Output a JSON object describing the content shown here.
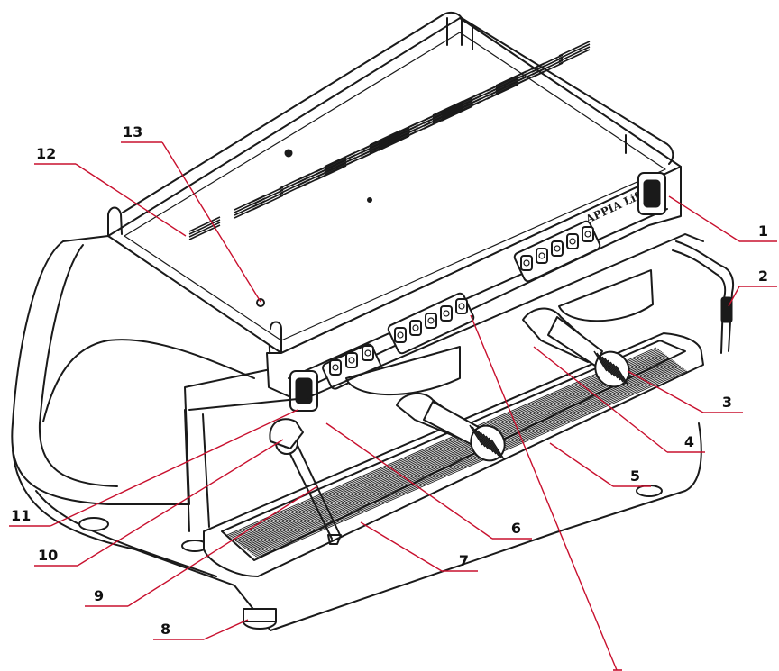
{
  "callouts": [
    {
      "id": "1"
    },
    {
      "id": "2"
    },
    {
      "id": "3"
    },
    {
      "id": "4"
    },
    {
      "id": "5"
    },
    {
      "id": "6"
    },
    {
      "id": "7"
    },
    {
      "id": "8"
    },
    {
      "id": "9"
    },
    {
      "id": "10"
    },
    {
      "id": "11"
    },
    {
      "id": "12"
    },
    {
      "id": "13"
    }
  ],
  "logo_text": "APPIA Life",
  "colors": {
    "line": "#1a1a1a",
    "leader": "#c8102e",
    "background": "#ffffff"
  }
}
